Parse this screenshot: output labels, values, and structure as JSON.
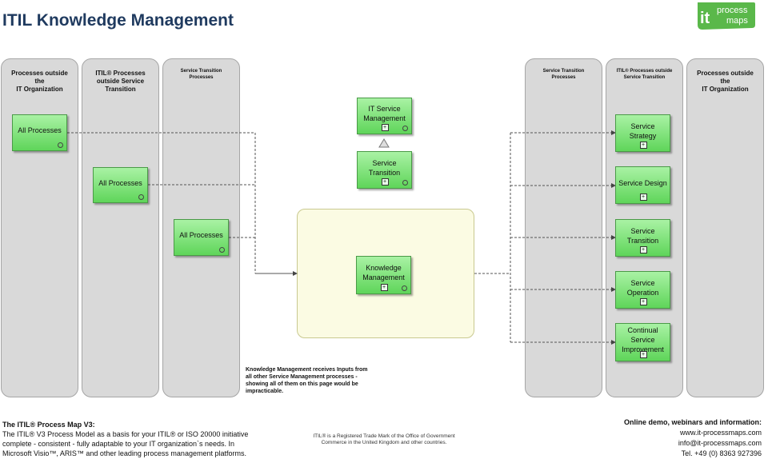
{
  "page": {
    "title": "ITIL Knowledge Management"
  },
  "logo": {
    "line1": "it",
    "line2": "process",
    "line3": "maps"
  },
  "lanes": {
    "left_outside_org": "Processes outside\nthe\nIT Organization",
    "left_outside_st": "ITIL® Processes\noutside Service\nTransition",
    "left_st": "Service Transition\nProcesses",
    "right_st": "Service Transition\nProcesses",
    "right_outside_st": "ITIL® Processes outside\nService Transition",
    "right_outside_org": "Processes outside\nthe\nIT Organization"
  },
  "boxes": {
    "all_processes_1": "All Processes",
    "all_processes_2": "All Processes",
    "all_processes_3": "All Processes",
    "it_service_management": "IT Service\nManagement",
    "service_transition_top": "Service\nTransition",
    "knowledge_management": "Knowledge\nManagement",
    "service_strategy": "Service\nStrategy",
    "service_design": "Service Design",
    "service_transition": "Service\nTransition",
    "service_operation": "Service\nOperation",
    "csi": "Continual\nService\nImprovement"
  },
  "note": "Knowledge Management receives Inputs from all other Service Management processes - showing all of them on this page would be impracticable.",
  "footer": {
    "left_head": "The ITIL® Process Map V3:",
    "left_l1": "The ITIL® V3 Process Model as a basis for your ITIL® or ISO 20000 initiative",
    "left_l2": "complete - consistent - fully adaptable to your IT organization`s needs. In",
    "left_l3": "Microsoft Visio™, ARIS™ and other leading process management platforms.",
    "mid": "ITIL® is a Registered Trade Mark of the Office of Government Commerce in the United Kingdom and other countries.",
    "right_head": "Online demo, webinars and information:",
    "right_l1": "www.it-processmaps.com",
    "right_l2": "info@it-processmaps.com",
    "right_l3": "Tel. +49 (0) 8363 927396"
  },
  "colors": {
    "box_green": "#5fd55a",
    "lane_grey": "#d9d9d9",
    "title_blue": "#1f3a5f",
    "logo_green": "#5ab84a"
  }
}
